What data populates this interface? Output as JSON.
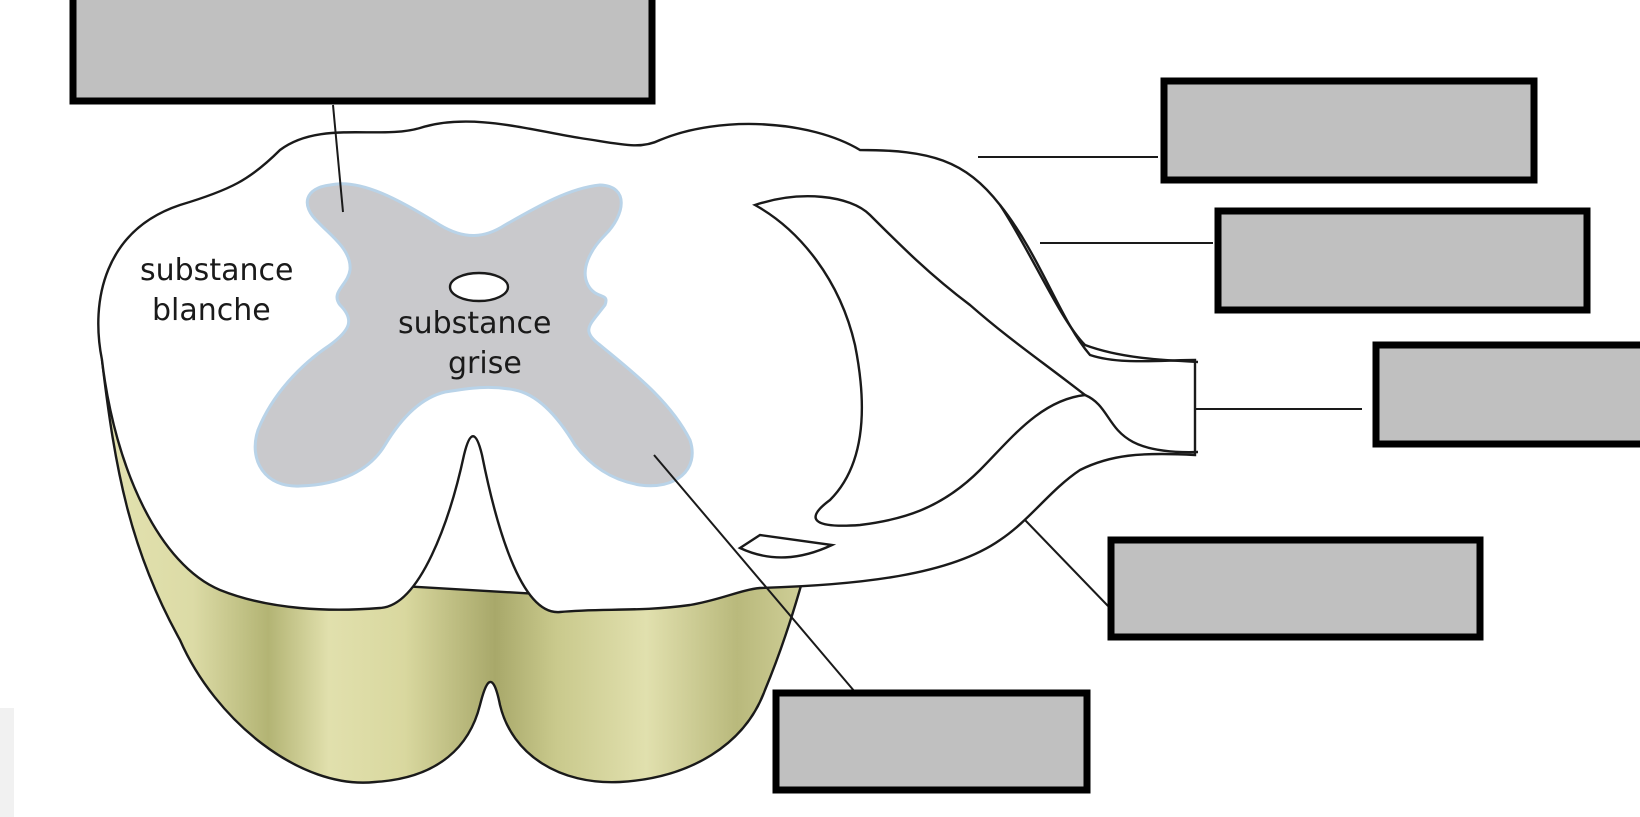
{
  "diagram": {
    "labels": {
      "white_matter": "substance\nblanche",
      "gray_matter": "substance\ngrise"
    },
    "answer_boxes": [
      {
        "id": "box-top-left",
        "value": ""
      },
      {
        "id": "box-right-1",
        "value": ""
      },
      {
        "id": "box-right-2",
        "value": ""
      },
      {
        "id": "box-right-3",
        "value": ""
      },
      {
        "id": "box-right-4",
        "value": ""
      },
      {
        "id": "box-bottom",
        "value": ""
      }
    ],
    "colors": {
      "gray_matter": "#c9c9cc",
      "gray_matter_edge": "#b9d3e8",
      "cut_face_light": "#e2e1ae",
      "cut_face_dark": "#a9aa6c",
      "box_fill": "#c0c0c0"
    }
  }
}
